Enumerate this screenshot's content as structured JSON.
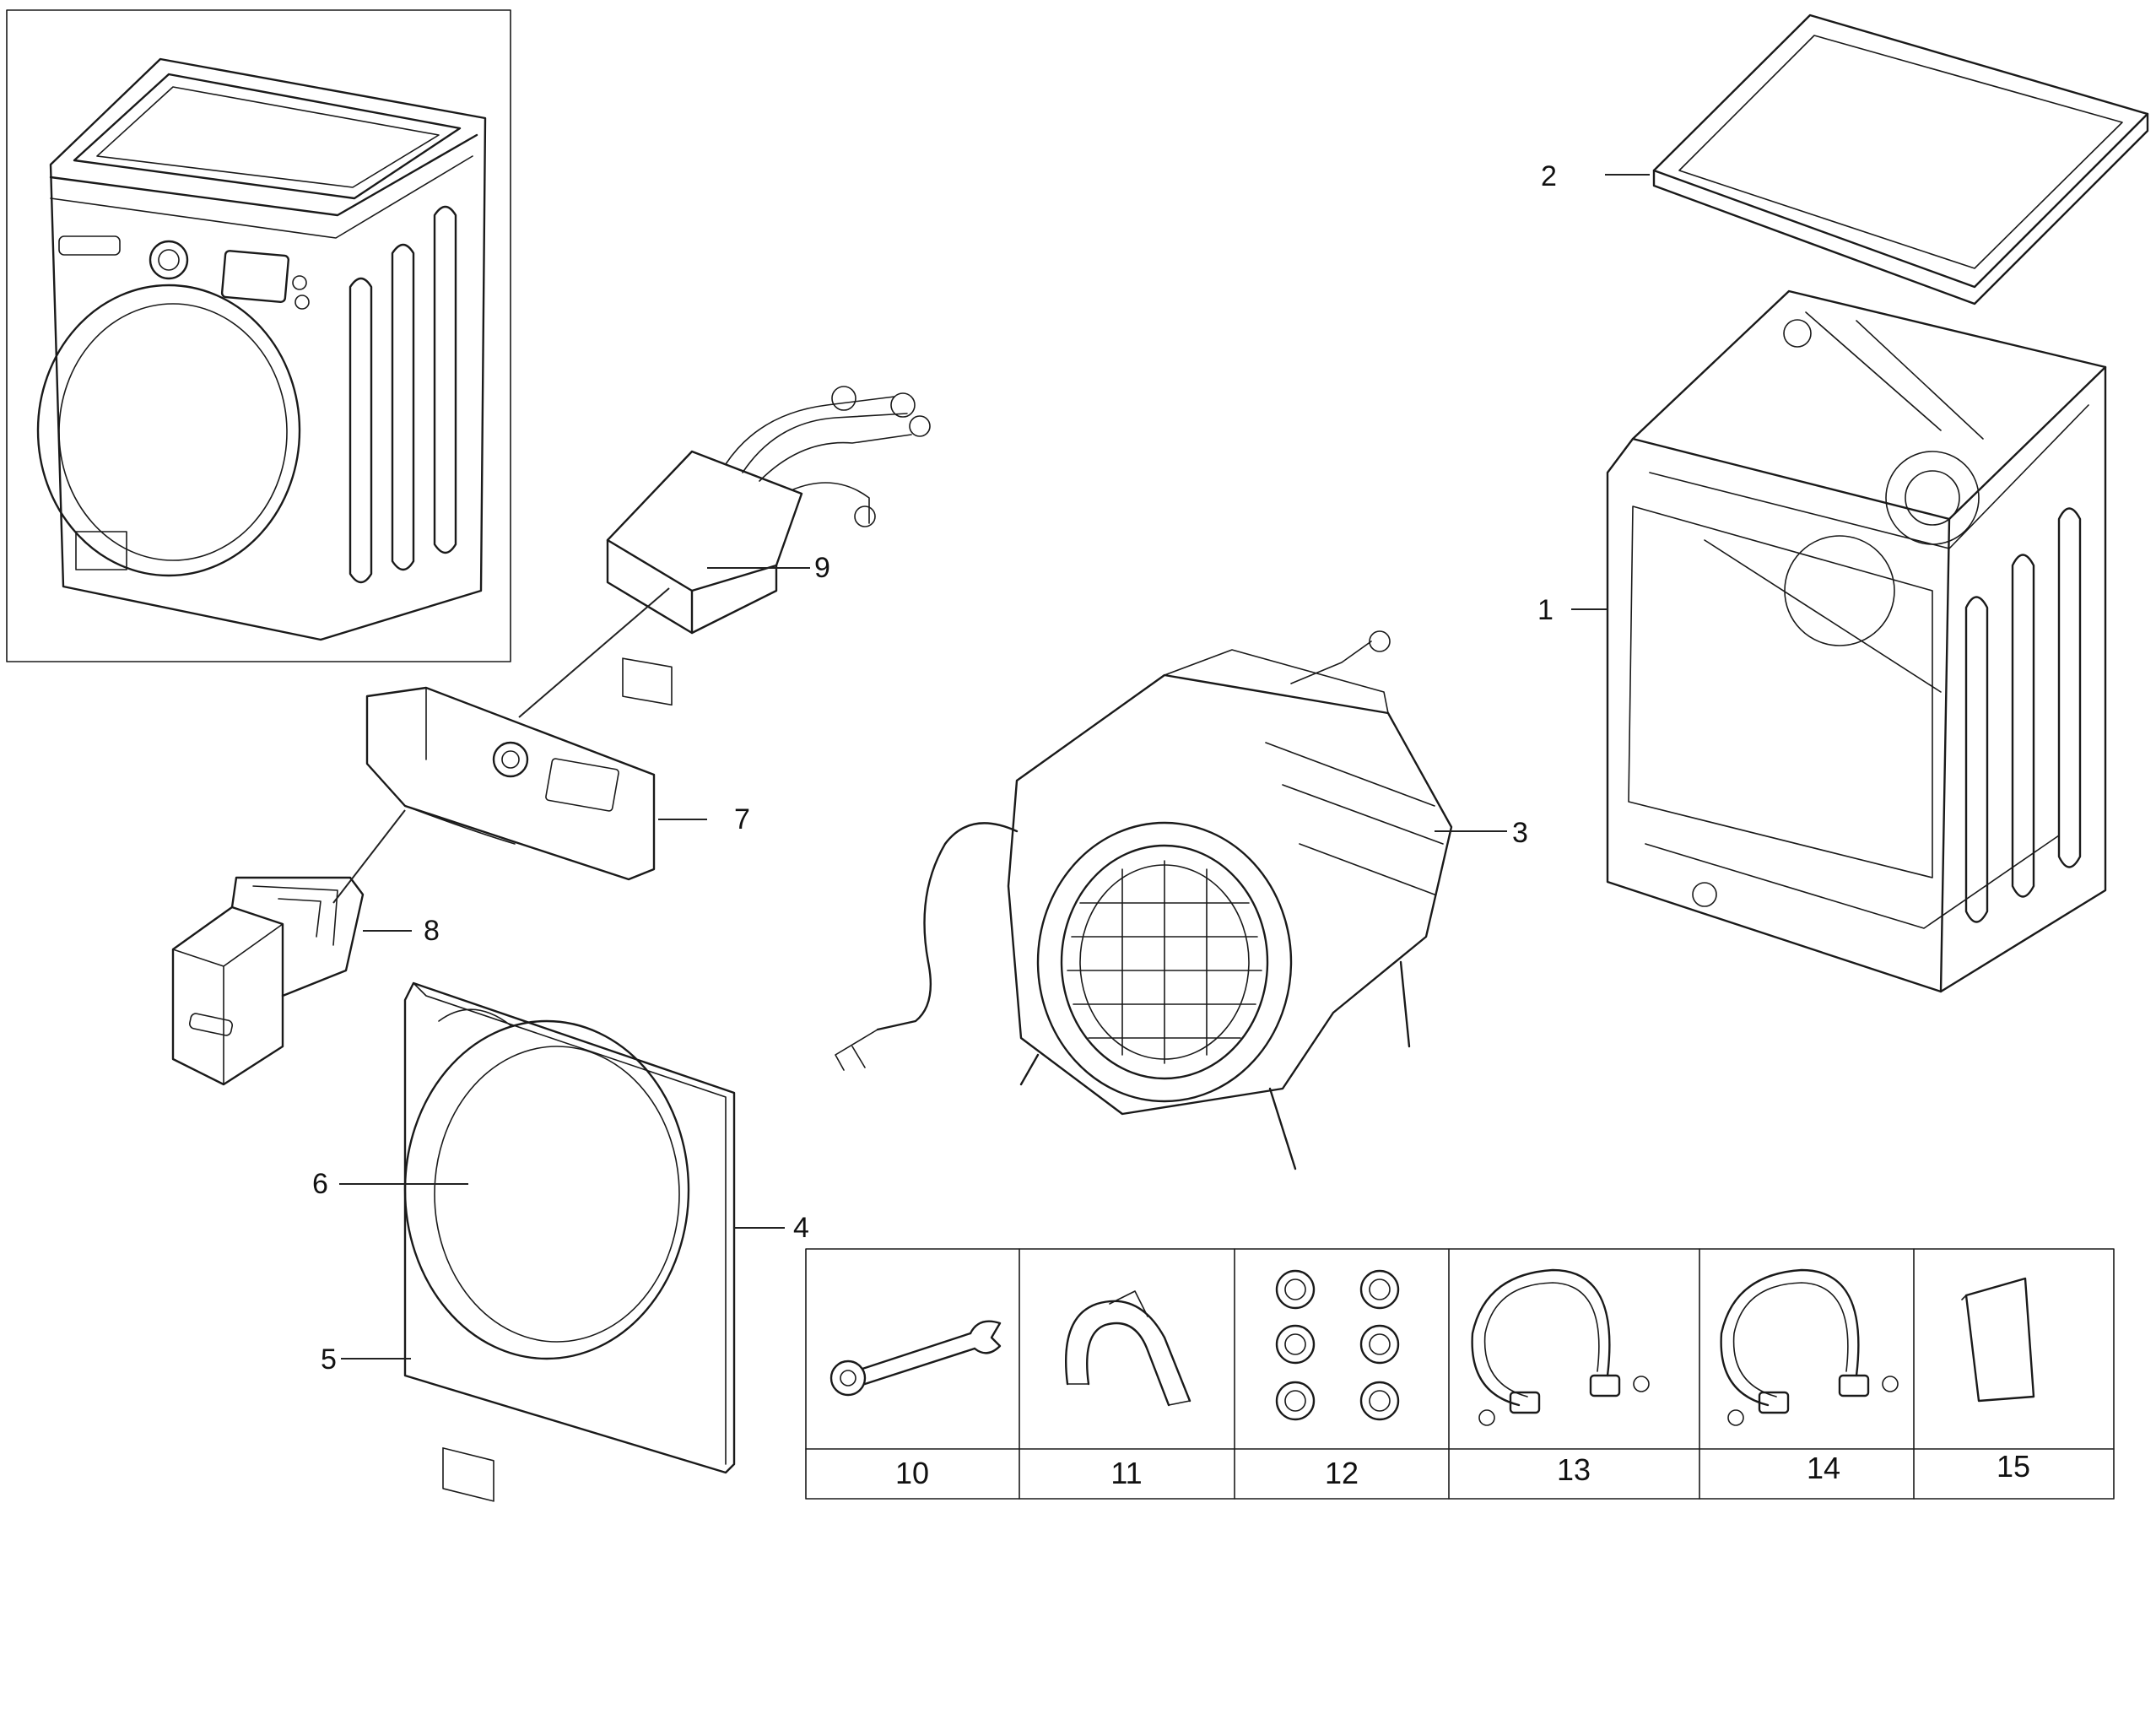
{
  "callouts": [
    {
      "id": "1",
      "part": "cabinet-frame"
    },
    {
      "id": "2",
      "part": "top-cover"
    },
    {
      "id": "3",
      "part": "tub-drum-assembly"
    },
    {
      "id": "4",
      "part": "front-panel"
    },
    {
      "id": "5",
      "part": "filter-cover"
    },
    {
      "id": "6",
      "part": "door"
    },
    {
      "id": "7",
      "part": "control-panel"
    },
    {
      "id": "8",
      "part": "detergent-drawer"
    },
    {
      "id": "9",
      "part": "dispenser-valve-assembly"
    }
  ],
  "accessories": [
    {
      "id": "10",
      "icon": "spanner-icon"
    },
    {
      "id": "11",
      "icon": "hose-guide-icon"
    },
    {
      "id": "12",
      "icon": "caps-icon"
    },
    {
      "id": "13",
      "icon": "hose-icon"
    },
    {
      "id": "14",
      "icon": "hose-icon"
    },
    {
      "id": "15",
      "icon": "sheet-icon"
    }
  ]
}
